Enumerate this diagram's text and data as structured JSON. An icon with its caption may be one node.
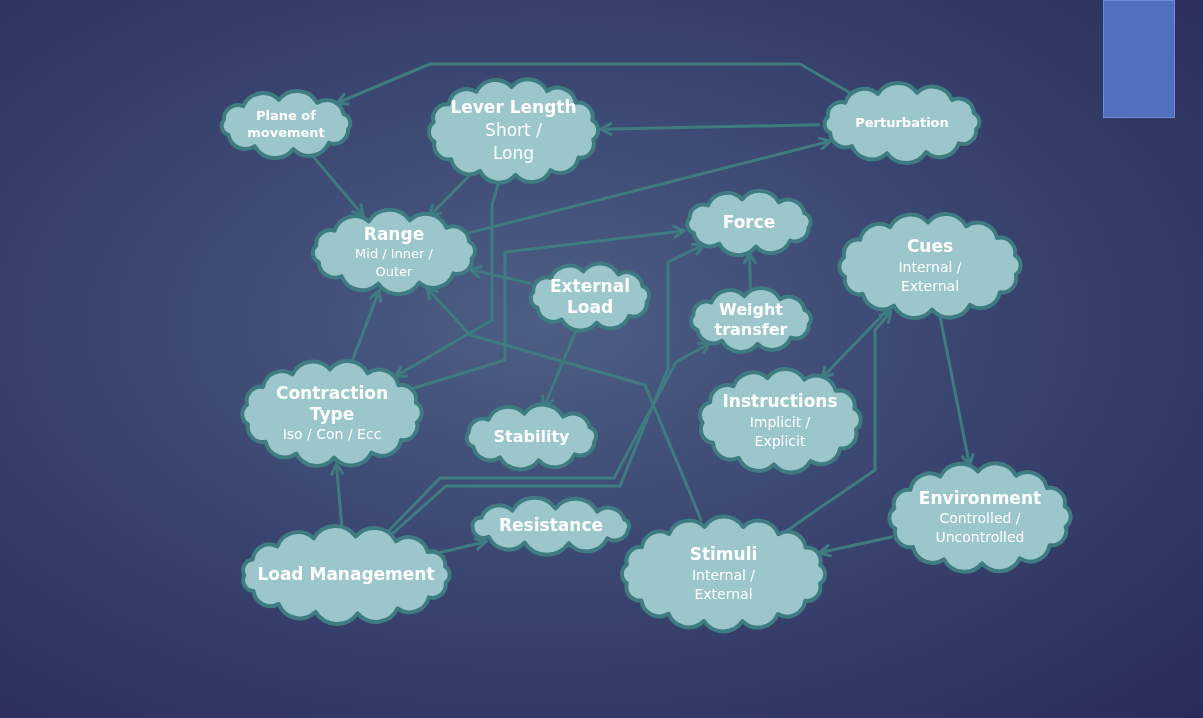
{
  "diagram": {
    "nodes": [
      {
        "text": [
          "Plane of movement"
        ]
      },
      {
        "text": [
          "Lever Length",
          "Short / Long"
        ]
      },
      {
        "text": [
          "Perturbation"
        ]
      },
      {
        "text": [
          "Range",
          "Mid / Inner / Outer"
        ]
      },
      {
        "text": [
          "Force"
        ]
      },
      {
        "text": [
          "Cues",
          "Internal / External"
        ]
      },
      {
        "text": [
          "External Load"
        ]
      },
      {
        "text": [
          "Weight transfer"
        ]
      },
      {
        "text": [
          "Contraction Type",
          "Iso / Con / Ecc"
        ]
      },
      {
        "text": [
          "Instructions",
          "Implicit / Explicit"
        ]
      },
      {
        "text": [
          "Stability"
        ]
      },
      {
        "text": [
          "Environment",
          "Controlled / Uncontrolled"
        ]
      },
      {
        "text": [
          "Resistance"
        ]
      },
      {
        "text": [
          "Load Management"
        ]
      },
      {
        "text": [
          "Stimuli",
          "Internal / External"
        ]
      }
    ],
    "edges": [
      {
        "from": 2,
        "to": 0,
        "arrow": "to"
      },
      {
        "from": 2,
        "to": 1,
        "arrow": "to"
      },
      {
        "from": 0,
        "to": 3,
        "arrow": "to"
      },
      {
        "from": 1,
        "to": 3,
        "arrow": "to"
      },
      {
        "from": 3,
        "to": 2,
        "arrow": "to"
      },
      {
        "from": 1,
        "to": 8,
        "arrow": "to"
      },
      {
        "from": 6,
        "to": 3,
        "arrow": "to"
      },
      {
        "from": 8,
        "to": 3,
        "arrow": "to"
      },
      {
        "from": 14,
        "to": 3,
        "arrow": "to"
      },
      {
        "from": 8,
        "to": 4,
        "arrow": "to"
      },
      {
        "from": 7,
        "to": 4,
        "arrow": "to"
      },
      {
        "from": 13,
        "to": 7,
        "arrow": "to"
      },
      {
        "from": 13,
        "to": 4,
        "arrow": "to"
      },
      {
        "from": 13,
        "to": 12,
        "arrow": "to"
      },
      {
        "from": 6,
        "to": 10,
        "arrow": "to"
      },
      {
        "from": 13,
        "to": 8,
        "arrow": "to"
      },
      {
        "from": 5,
        "to": 9,
        "arrow": "to"
      },
      {
        "from": 14,
        "to": 5,
        "arrow": "to"
      },
      {
        "from": 5,
        "to": 11,
        "arrow": "to"
      },
      {
        "from": 11,
        "to": 14,
        "arrow": "to"
      }
    ]
  }
}
